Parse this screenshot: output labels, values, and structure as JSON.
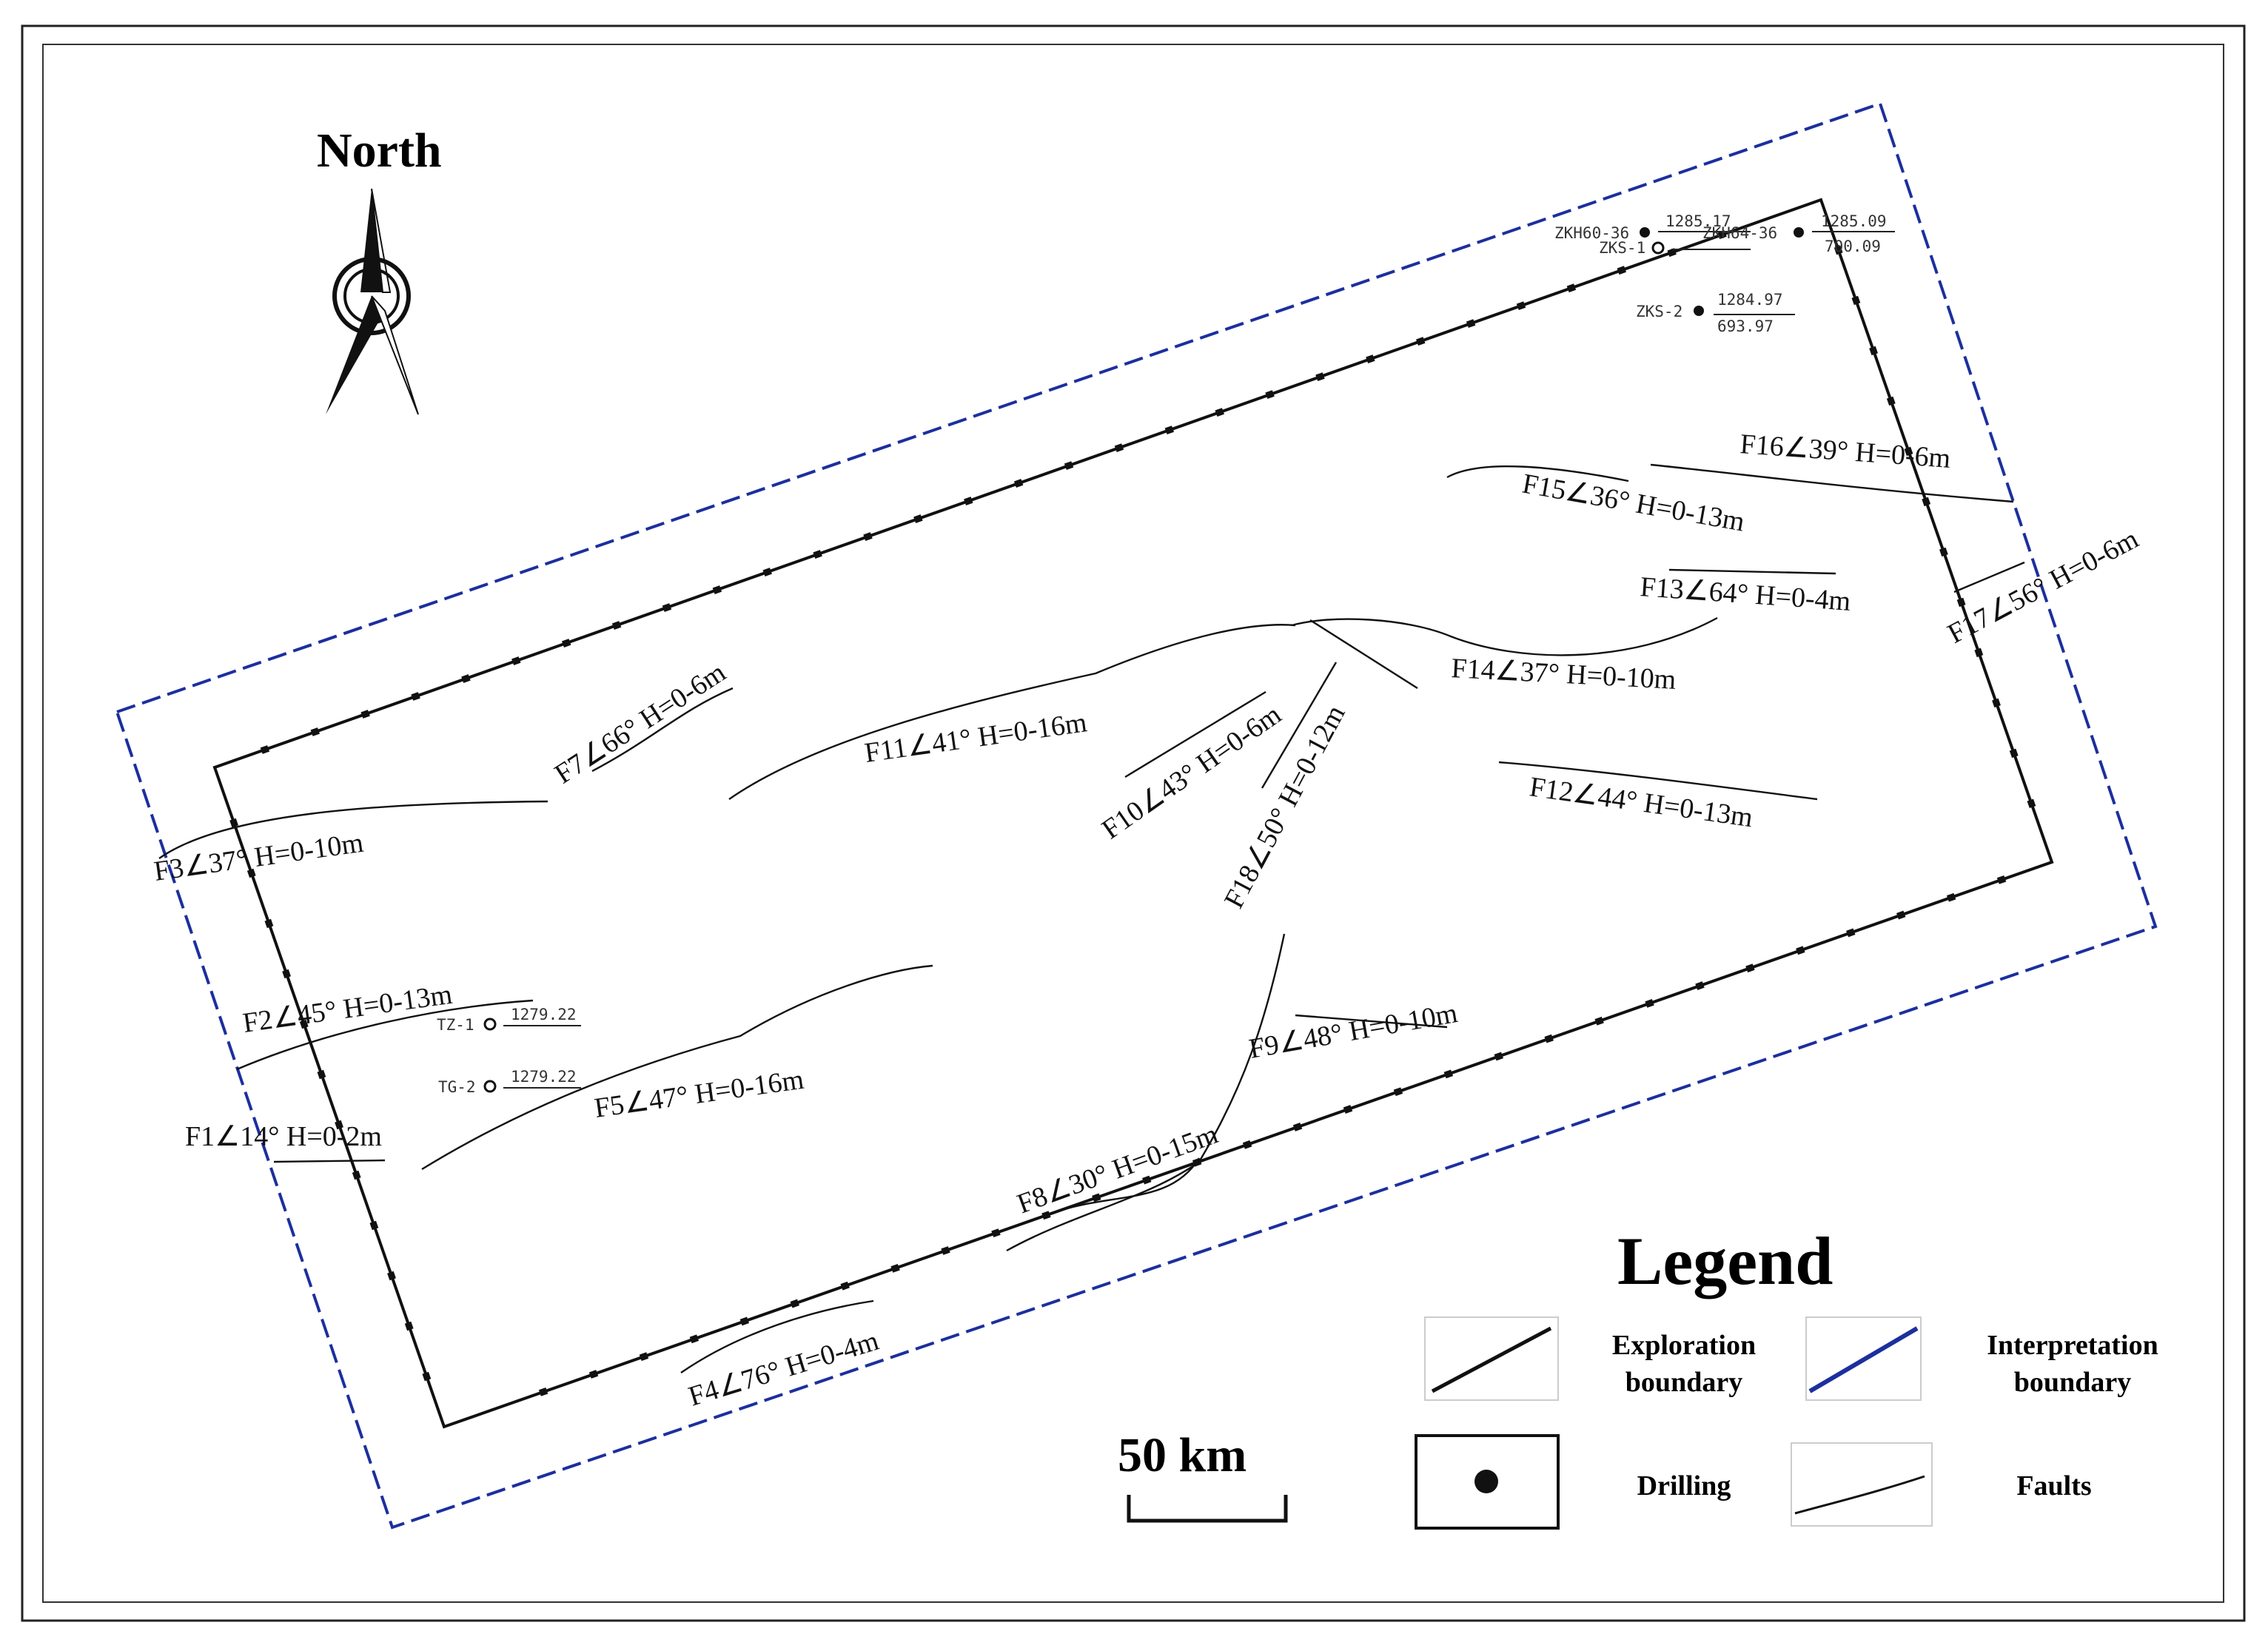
{
  "north_label": "North",
  "scale_bar": {
    "label": "50 km"
  },
  "legend": {
    "title": "Legend",
    "items": [
      {
        "label_line1": "Exploration",
        "label_line2": "boundary"
      },
      {
        "label_line1": "Interpretation",
        "label_line2": "boundary"
      },
      {
        "label_line1": "Drilling",
        "label_line2": ""
      },
      {
        "label_line1": "Faults",
        "label_line2": ""
      }
    ]
  },
  "faults": [
    "F1∠14° H=0-2m",
    "F2∠45° H=0-13m",
    "F3∠37° H=0-10m",
    "F4∠76° H=0-4m",
    "F5∠47° H=0-16m",
    "F7∠66° H=0-6m",
    "F8∠30° H=0-15m",
    "F9∠48° H=0-10m",
    "F10∠43° H=0-6m",
    "F11∠41° H=0-16m",
    "F12∠44° H=0-13m",
    "F13∠64° H=0-4m",
    "F14∠37° H=0-10m",
    "F15∠36° H=0-13m",
    "F16∠39° H=0-6m",
    "F17∠56° H=0-6m",
    "F18∠50° H=0-12m"
  ],
  "wells": [
    {
      "name": "ZKH60-36",
      "top": "1285.17",
      "bottom": ""
    },
    {
      "name": "ZKS-1",
      "top": "",
      "bottom": ""
    },
    {
      "name": "ZKH64-36",
      "top": "1285.09",
      "bottom": "700.09"
    },
    {
      "name": "ZKS-2",
      "top": "1284.97",
      "bottom": "693.97"
    },
    {
      "name": "TZ-1",
      "top": "1279.22",
      "bottom": ""
    },
    {
      "name": "TG-2",
      "top": "1279.22",
      "bottom": ""
    }
  ],
  "colors": {
    "interpretation_boundary": "#1c2f9e",
    "exploration_boundary": "#111111"
  }
}
